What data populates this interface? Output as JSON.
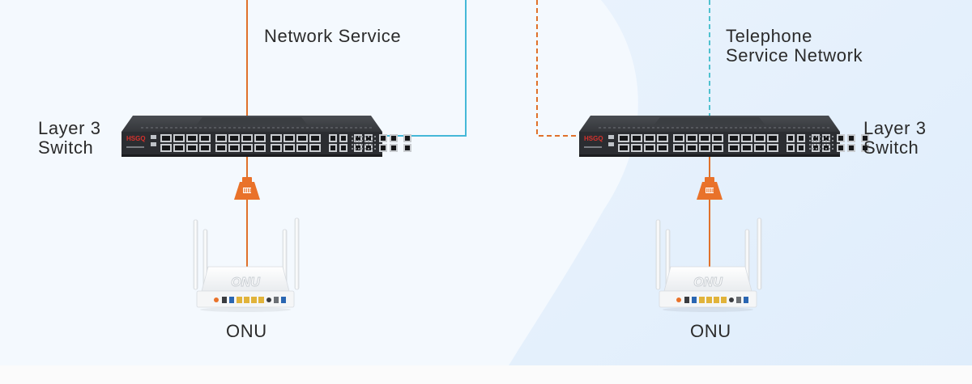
{
  "labels": {
    "network_service": "Network Service",
    "telephone_line1": "Telephone",
    "telephone_line2": "Service Network",
    "switch_left_line1": "Layer 3",
    "switch_left_line2": "Switch",
    "switch_right_line1": "Layer 3",
    "switch_right_line2": "Switch",
    "onu_left": "ONU",
    "onu_right": "ONU"
  },
  "devices": {
    "switch_brand": "HSGQ",
    "router_brand": "ONU"
  },
  "colors": {
    "ethernet_line": "#e0712b",
    "fiber_line": "#45b8d8",
    "telephone_dashed": "#4fc1cf",
    "switch_body": "#2e3034",
    "brand_red": "#d6312c",
    "connector_orange": "#e9722a",
    "left_bg": "#f4f9fe",
    "right_bg": "#e6f1fc"
  }
}
